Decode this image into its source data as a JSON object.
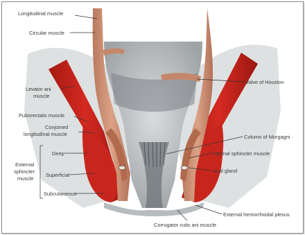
{
  "colors": {
    "muscle_red": "#c8261d",
    "muscle_dark": "#8e1510",
    "mucosa_orange": "#c4876a",
    "tissue_gray": "#8f9497",
    "tissue_light": "#c9cdd0",
    "leader": "#333333"
  },
  "labels": {
    "longitudinal_muscle": "Longitudinal muscle",
    "circular_muscle": "Circular muscle",
    "levator_ani_1": "Levator ani",
    "levator_ani_2": "muscle",
    "puborectalis": "Puborectalis muscle",
    "conjoined_1": "Conjoined",
    "conjoined_2": "longitudinal muscle",
    "external_1": "External",
    "external_2": "sphincter",
    "external_3": "muscle",
    "deep": "Deep",
    "superficial": "Superficial",
    "subcutaneous": "Subcutaneous",
    "valve_houston": "Valve of Houston",
    "column_morgagni": "Column of Morgagni",
    "internal_sphincter": "Internal sphincter muscle",
    "anal_gland": "Anal gland",
    "external_hemorrhoidal": "External hemorrhoidal plexus",
    "corrugator": "Corrugator cutis ani muscle"
  }
}
